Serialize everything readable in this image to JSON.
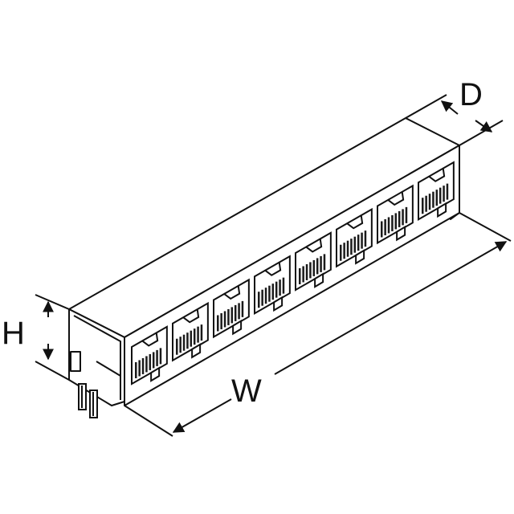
{
  "dimension_labels": {
    "depth": "D",
    "height": "H",
    "width": "W"
  },
  "port_count": 8,
  "colors": {
    "line": "#111111",
    "fill": "#ffffff",
    "contact": "#1a1a1a"
  }
}
